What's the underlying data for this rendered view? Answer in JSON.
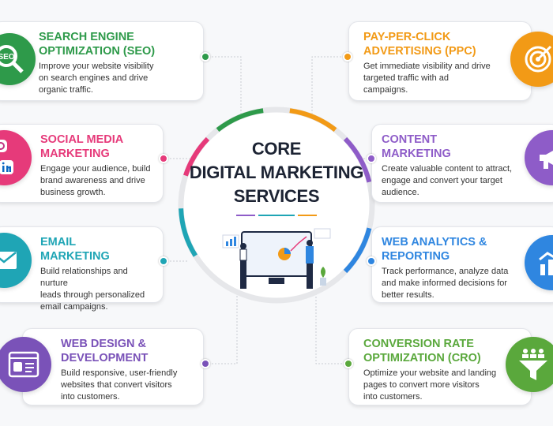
{
  "center": {
    "title": "CORE\nDIGITAL MARKETING\nSERVICES"
  },
  "services": [
    {
      "title": "Search Engine\nOptimization (SEO)",
      "desc": "Improve your website visibility\non search engines and drive\norganic traffic.",
      "color": "#2e9a4a",
      "icon": "magnifier-seo-icon",
      "icon_text": "SEO"
    },
    {
      "title": "Social Media\nMarketing",
      "desc": "Engage your audience, build\nbrand awareness and drive\nbusiness growth.",
      "color": "#e63a7a",
      "icon": "social-media-icon"
    },
    {
      "title": "Email\nMarketing",
      "desc": "Build relationships and nurture\nleads through personalized\nemail campaigns.",
      "color": "#1fa5b5",
      "icon": "envelope-icon"
    },
    {
      "title": "Web Design &\nDevelopment",
      "desc": "Build responsive, user-friendly\nwebsites that convert visitors\ninto customers.",
      "color": "#7a52b8",
      "icon": "browser-window-icon"
    },
    {
      "title": "Pay-Per-Click\nAdvertising (PPC)",
      "desc": "Get immediate visibility and drive\ntargeted traffic with ad\ncampaigns.",
      "color": "#f29a16",
      "icon": "target-icon"
    },
    {
      "title": "Content\nMarketing",
      "desc": "Create valuable content to attract,\nengage and convert your target\naudience.",
      "color": "#8e5cc8",
      "icon": "megaphone-icon"
    },
    {
      "title": "Web Analytics &\nReporting",
      "desc": "Track performance, analyze data\nand make informed decisions for\nbetter results.",
      "color": "#2f86e0",
      "icon": "bar-chart-icon"
    },
    {
      "title": "Conversion Rate\nOptimization (CRO)",
      "desc": "Optimize your website and landing\npages to convert more visitors\ninto customers.",
      "color": "#5aa83c",
      "icon": "funnel-icon"
    }
  ]
}
